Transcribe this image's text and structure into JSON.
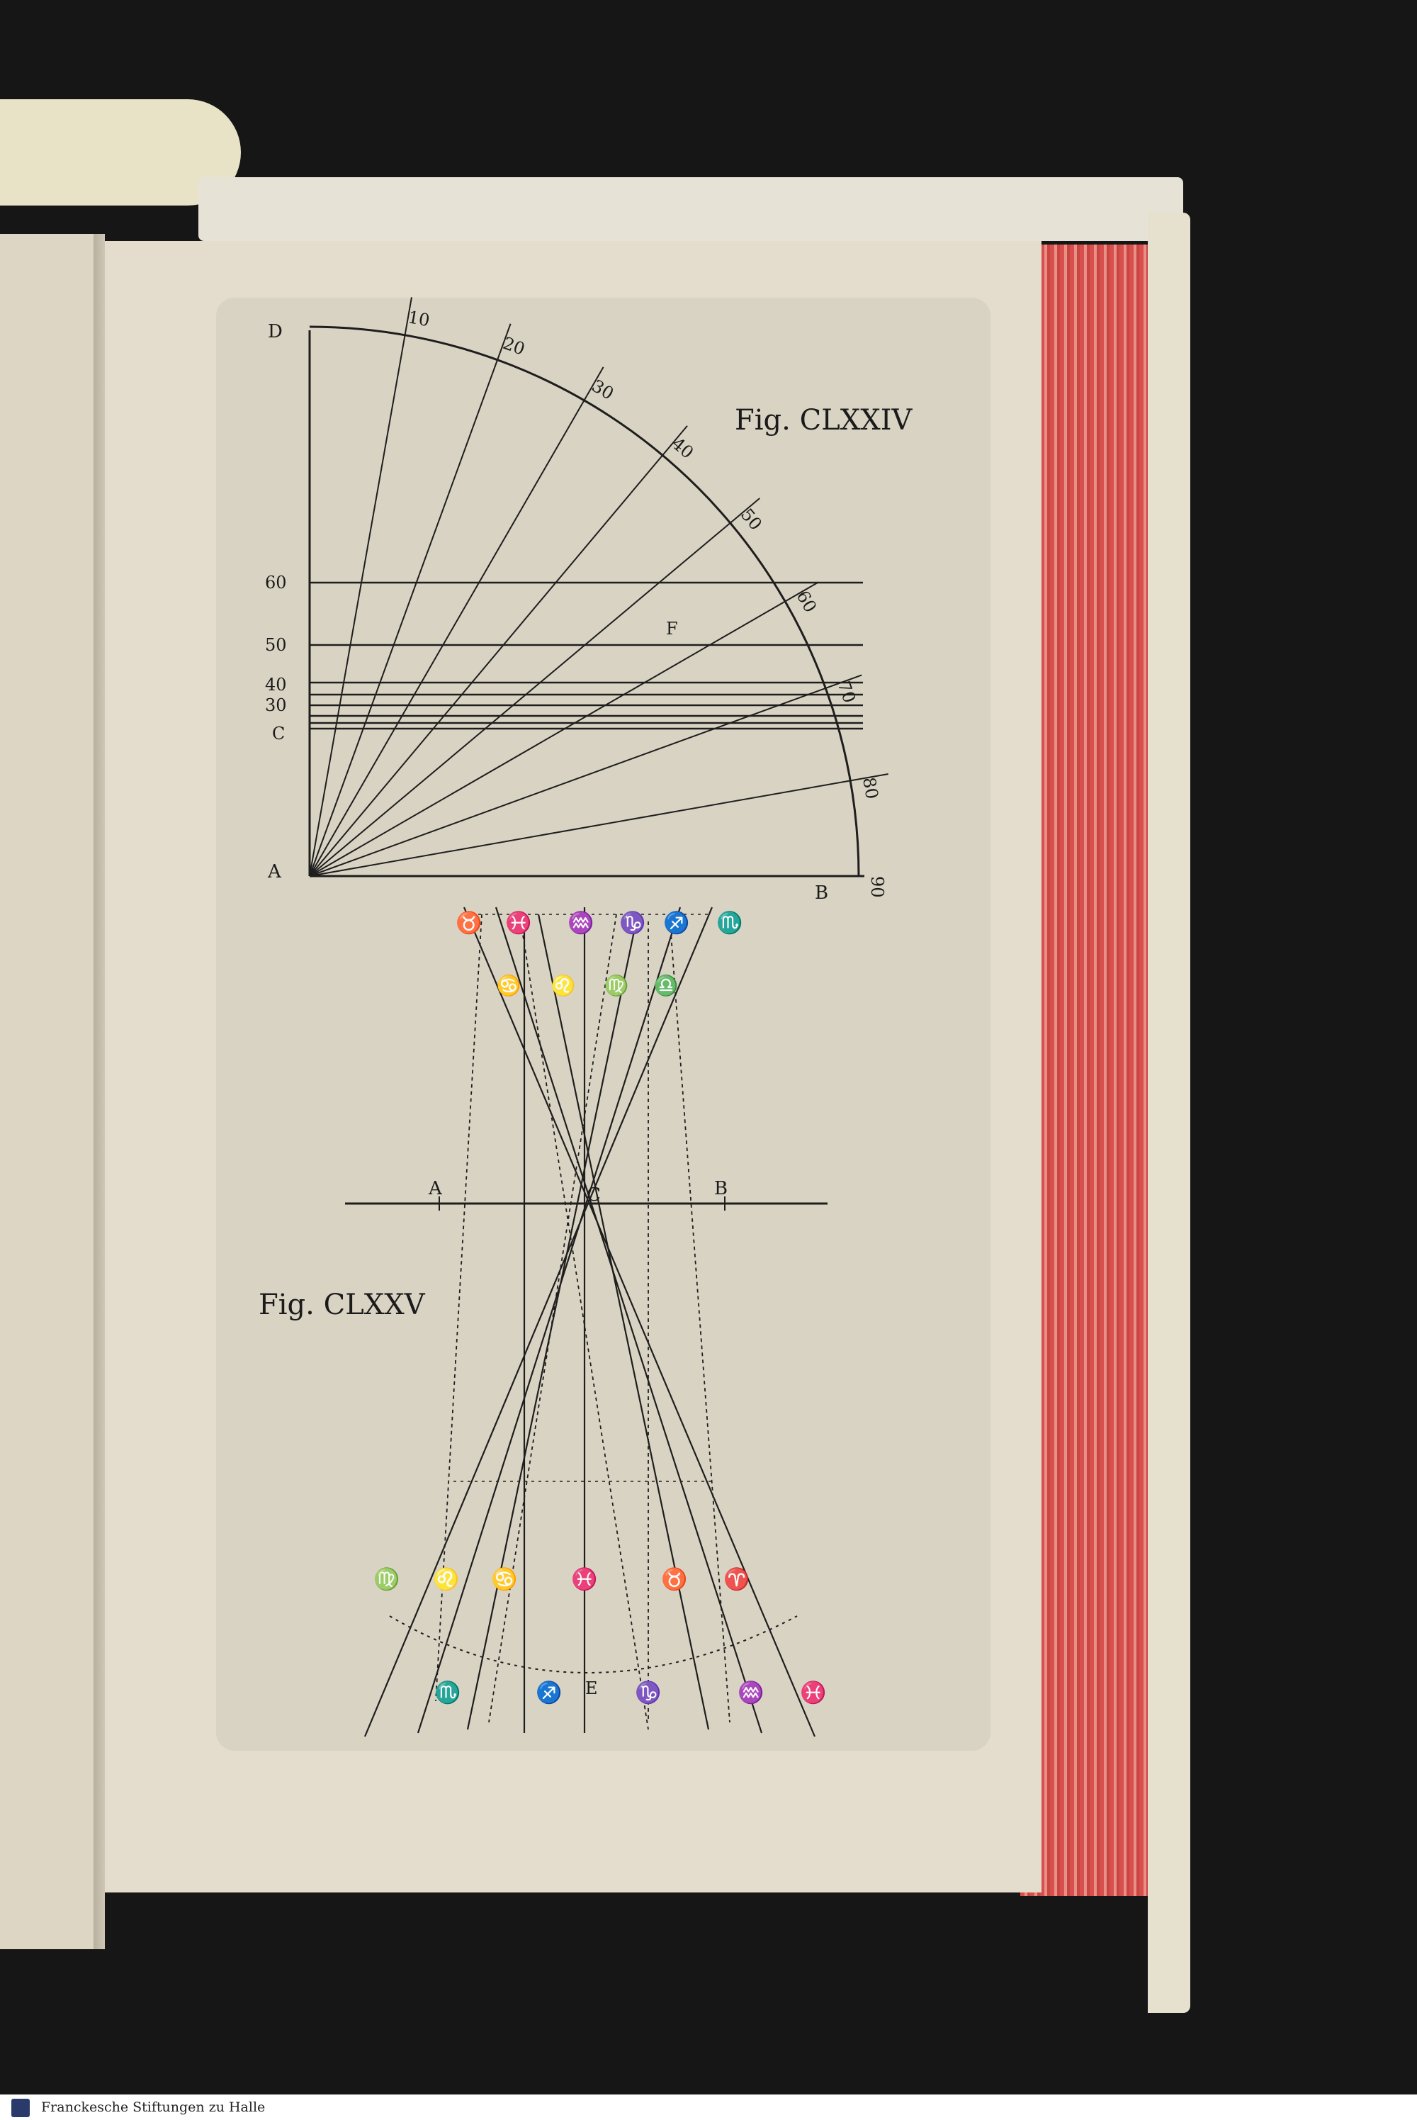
{
  "figure_174": {
    "caption": "Fig. CLXXIV",
    "point_labels": {
      "D": "D",
      "A": "A",
      "B": "B",
      "C": "C",
      "F": "F"
    },
    "arc_marks": [
      "10",
      "20",
      "30",
      "40",
      "50",
      "60",
      "70",
      "80",
      "90"
    ],
    "side_marks": [
      "60",
      "50",
      "40",
      "30"
    ]
  },
  "figure_175": {
    "caption": "Fig. CLXXV",
    "point_labels": {
      "A": "A",
      "B": "B",
      "C": "C",
      "E": "E"
    },
    "zodiac_top": [
      "♉",
      "♓",
      "♒",
      "♑",
      "♐",
      "♏"
    ],
    "zodiac_mid": [
      "♋",
      "♌",
      "♍",
      "♎"
    ],
    "zodiac_lower": [
      "♍",
      "♌",
      "♋",
      "♓",
      "♉",
      "♈"
    ],
    "zodiac_bottom": [
      "♏",
      "♐",
      "♑",
      "♒",
      "♓"
    ]
  },
  "footer": {
    "text": "Franckesche Stiftungen zu Halle"
  }
}
